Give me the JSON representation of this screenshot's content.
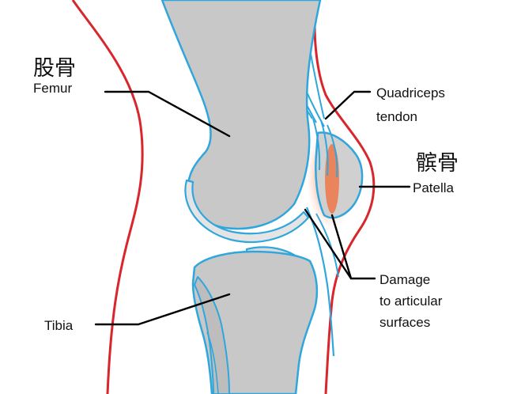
{
  "labels": {
    "femur_zh": "股骨",
    "femur_en": "Femur",
    "quad_line1": "Quadriceps",
    "quad_line2": "tendon",
    "patella_zh": "髌骨",
    "patella_en": "Patella",
    "damage_line1": "Damage",
    "damage_line2": "to articular",
    "damage_line3": "surfaces",
    "tibia_en": "Tibia"
  },
  "colors": {
    "skin_outline": "#d8262c",
    "bone_fill": "#c8c8c8",
    "bone_outline": "#2fa6dc",
    "inflammation": "#f07a4a",
    "leader_line": "#000000"
  }
}
